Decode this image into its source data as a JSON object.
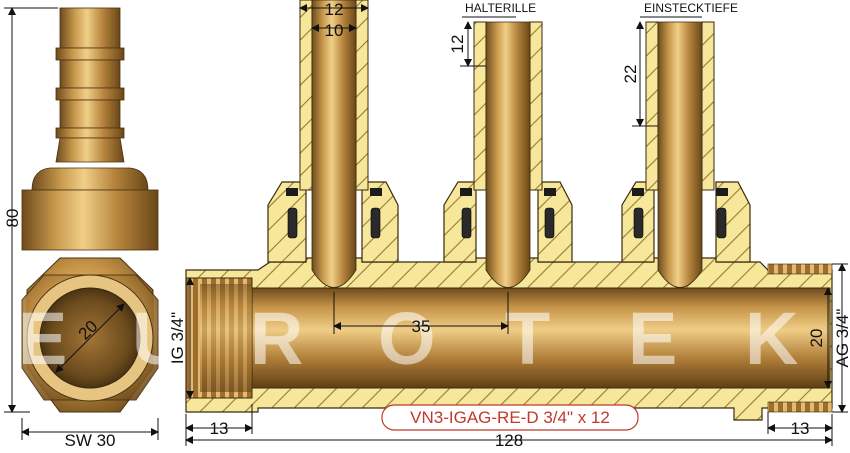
{
  "drawing": {
    "watermark": [
      "E",
      "U",
      "R",
      "O",
      "T",
      "E",
      "K"
    ],
    "model_label": "VN3-IGAG-RE-D 3/4\" x 12",
    "labels": {
      "halterille": "HALTERILLE",
      "einstecktiefe": "EINSTECKTIEFE"
    },
    "dimensions": {
      "pipe_outer": "12",
      "pipe_inner": "10",
      "halterille_height": "12",
      "einstecktiefe": "22",
      "height_total": "80",
      "bore_diameter": "20",
      "spanner_width": "SW 30",
      "outlet_spacing": "35",
      "inner_thread": "IG 3/4\"",
      "outer_thread": "AG 3/4\"",
      "bore_right": "20",
      "thread_len_left": "13",
      "thread_len_right": "13",
      "total_length": "128"
    },
    "colors": {
      "brass": "#b8863e",
      "brass_light": "#e0b870",
      "brass_dark": "#7a5520",
      "section_fill": "#f6e79a",
      "hatch": "#9a7a35",
      "model_text": "#c0392b"
    }
  }
}
